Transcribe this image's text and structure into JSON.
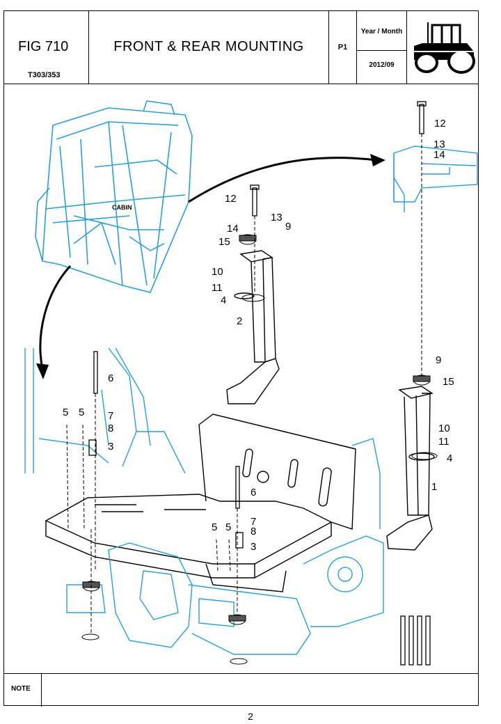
{
  "header": {
    "fig_label": "FIG 710",
    "model": "T303/353",
    "title": "FRONT & REAR MOUNTING",
    "page_code": "P1",
    "date_label": "Year / Month",
    "date_value": "2012/09"
  },
  "diagram": {
    "cabin_label": "CABIN",
    "callouts": [
      "1",
      "2",
      "3",
      "4",
      "5",
      "6",
      "7",
      "8",
      "9",
      "10",
      "11",
      "12",
      "13",
      "14",
      "15"
    ],
    "colors": {
      "tractor": "#2a9fd6",
      "parts": "#000000"
    }
  },
  "note": {
    "label": "NOTE"
  },
  "footer": {
    "page_number": "2"
  }
}
